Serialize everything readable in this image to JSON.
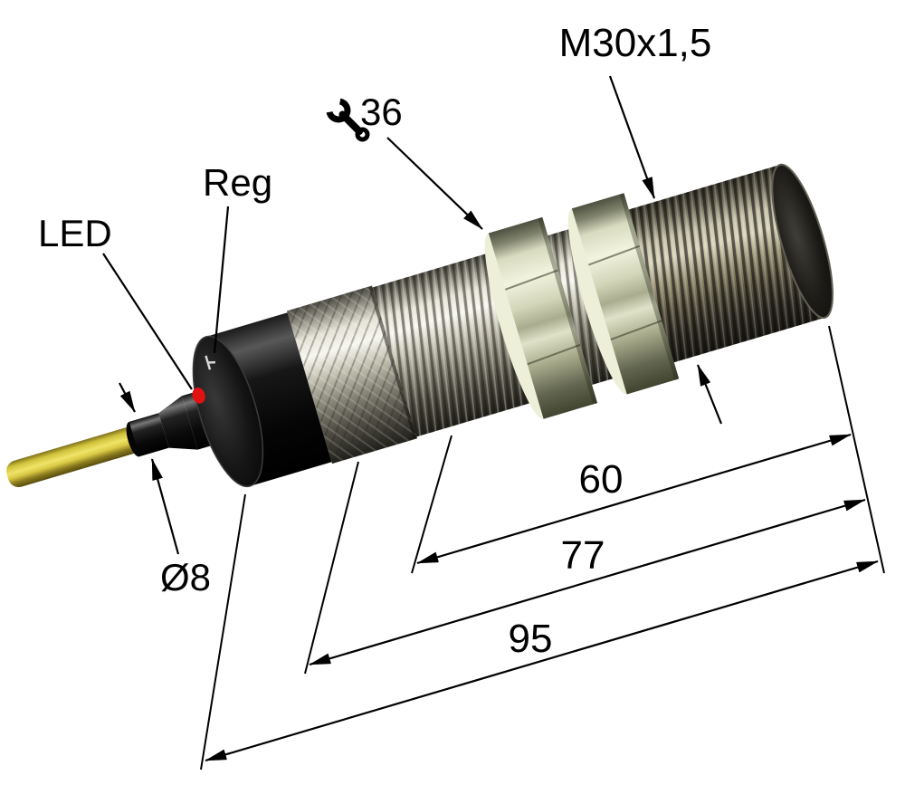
{
  "drawing": {
    "annotations": {
      "led_label": "LED",
      "reg_label": "Reg",
      "thread_spec": "M30x1,5",
      "wrench_size": "36",
      "cable_diameter": "Ø8"
    },
    "dimensions": {
      "thread_length": "60",
      "body_length": "77",
      "total_length": "95"
    },
    "colors": {
      "background": "#ffffff",
      "line": "#000000",
      "led": "#e01212",
      "cable": "#e8d84a",
      "nut": "#dfe2c8",
      "metal_highlight": "#f7f6ef",
      "metal_shadow": "#201f19"
    }
  }
}
